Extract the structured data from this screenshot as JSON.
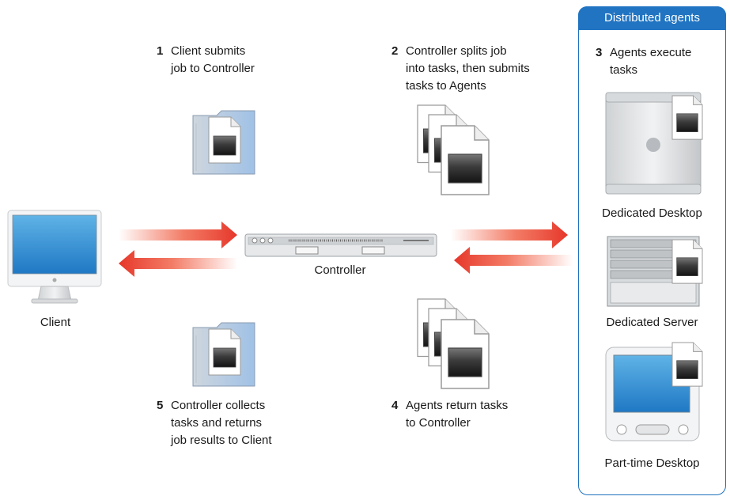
{
  "steps": {
    "s1": {
      "num": "1",
      "line1": "Client submits",
      "line2": "job to Controller"
    },
    "s2": {
      "num": "2",
      "line1": "Controller splits job",
      "line2": "into tasks, then submits",
      "line3": "tasks to Agents"
    },
    "s3": {
      "num": "3",
      "line1": "Agents execute",
      "line2": "tasks"
    },
    "s4": {
      "num": "4",
      "line1": "Agents return tasks",
      "line2": "to Controller"
    },
    "s5": {
      "num": "5",
      "line1": "Controller collects",
      "line2": "tasks and returns",
      "line3": "job results to Client"
    }
  },
  "labels": {
    "client": "Client",
    "controller": "Controller",
    "dedicated_desktop": "Dedicated Desktop",
    "dedicated_server": "Dedicated Server",
    "parttime_desktop": "Part-time Desktop"
  },
  "agents_panel": {
    "title": "Distributed agents"
  },
  "colors": {
    "accent": "#2174c2",
    "arrow": "#e8402c"
  },
  "icons": {
    "client": "imac-icon",
    "controller": "rack-server-icon",
    "job": "job-folder-icon",
    "tasks": "task-stack-icon",
    "desktop": "tower-desktop-icon",
    "server": "server-rack-icon",
    "parttime": "emac-icon"
  }
}
